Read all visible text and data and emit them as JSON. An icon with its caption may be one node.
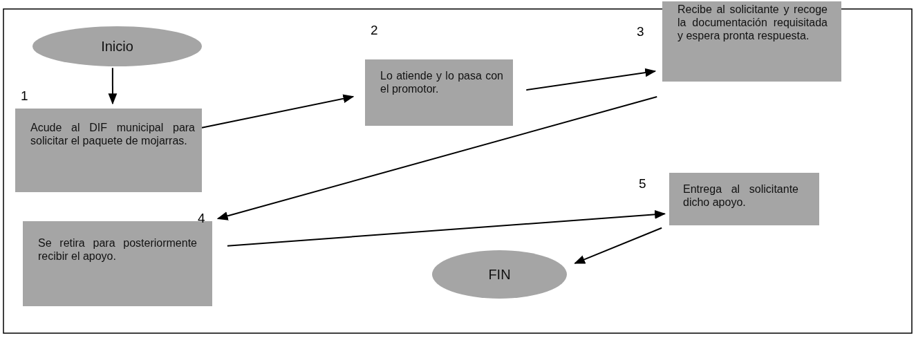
{
  "diagram": {
    "nodes": [
      {
        "text": [
          "Inicio"
        ]
      },
      {
        "text": [
          "Acude al DIF municipal para solicitar el paquete de mojarras."
        ],
        "beside": [
          "1"
        ]
      },
      {
        "text": [
          "Lo atiende y lo pasa con el promotor."
        ],
        "beside": [
          "2"
        ]
      },
      {
        "text": [
          "Recibe al solicitante y recoge la documentación requisitada y espera pronta respuesta."
        ],
        "beside": [
          "3"
        ]
      },
      {
        "text": [
          "Se retira para posteriormente recibir el apoyo."
        ],
        "beside": [
          "4"
        ]
      },
      {
        "text": [
          "Entrega al solicitante dicho apoyo."
        ],
        "beside": [
          "5"
        ]
      },
      {
        "text": [
          "FIN"
        ]
      }
    ],
    "edges": [
      {
        "from": 0,
        "to": 1,
        "arrow": "to"
      },
      {
        "from": 1,
        "to": 2,
        "arrow": "to"
      },
      {
        "from": 2,
        "to": 3,
        "arrow": "to"
      },
      {
        "from": 3,
        "to": 4,
        "arrow": "to"
      },
      {
        "from": 4,
        "to": 5,
        "arrow": "to"
      },
      {
        "from": 5,
        "to": 6,
        "arrow": "to"
      }
    ]
  }
}
